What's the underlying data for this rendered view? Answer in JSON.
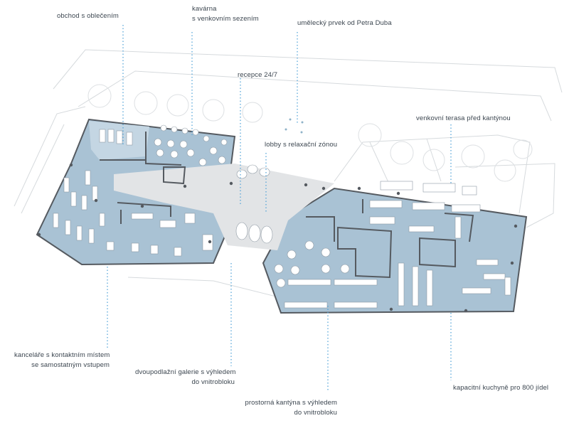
{
  "labels": {
    "clothing_shop": "obchod s oblečením",
    "cafe_line1": "kavárna",
    "cafe_line2": "s venkovním sezením",
    "art_element": "umělecký prvek od Petra Duba",
    "reception": "recepce 24/7",
    "outdoor_terrace": "venkovní terasa před kantýnou",
    "lobby": "lobby s relaxační zónou",
    "offices_line1": "kanceláře s kontaktním místem",
    "offices_line2": "se samostatným vstupem",
    "gallery_line1": "dvoupodlažní galerie s výhledem",
    "gallery_line2": "do vnitrobloku",
    "kitchen": "kapacitní kuchyně pro 800 jídel",
    "canteen_line1": "prostorná kantýna s výhledem",
    "canteen_line2": "do vnitrobloku"
  },
  "colors": {
    "floor_blue": "#a9c2d4",
    "floor_blue_light": "#c4d6e3",
    "corridor_grey": "#e2e4e6",
    "wall": "#555a60",
    "furniture": "#ffffff",
    "leader": "#4a9fd6",
    "context_line": "#d4d8db"
  }
}
